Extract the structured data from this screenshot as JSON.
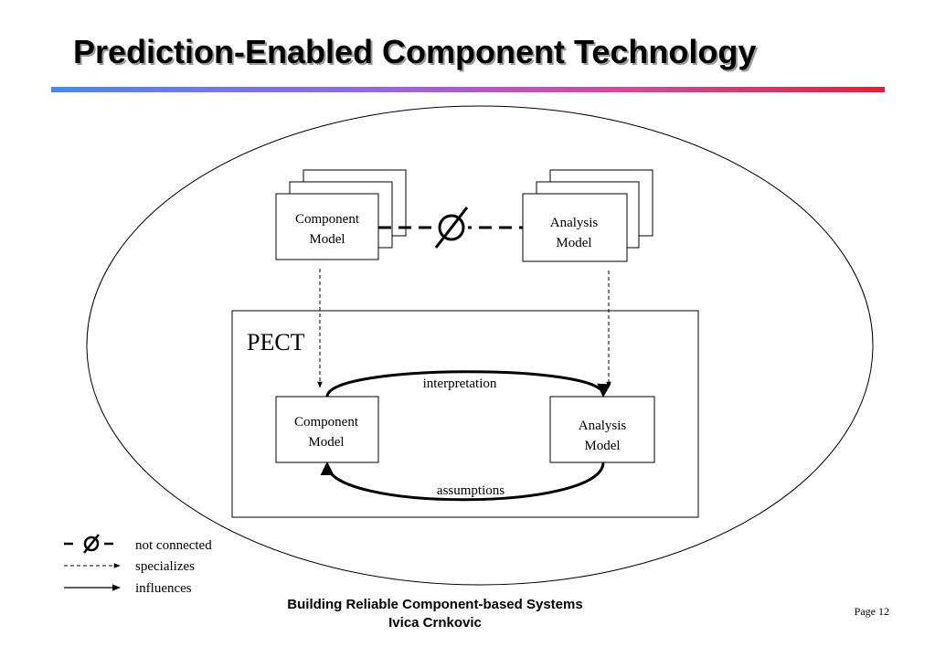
{
  "slide": {
    "title": "Prediction-Enabled Component Technology",
    "accent_colors": [
      "#4f86e6",
      "#ec1c3a"
    ]
  },
  "diagram": {
    "top_left_box": [
      "Component",
      "Model"
    ],
    "top_right_box": [
      "Analysis",
      "Model"
    ],
    "not_connected_symbol": "Ø",
    "pect_label": "PECT",
    "inner_left_box": [
      "Component",
      "Model"
    ],
    "inner_right_box": [
      "Analysis",
      "Model"
    ],
    "top_arrow_label": "interpretation",
    "bottom_arrow_label": "assumptions"
  },
  "legend": {
    "not_connected": "not connected",
    "specializes": "specializes",
    "influences": "influences"
  },
  "footer": {
    "line1": "Building Reliable Component-based Systems",
    "line2": "Ivica Crnkovic",
    "page": "Page 12"
  }
}
